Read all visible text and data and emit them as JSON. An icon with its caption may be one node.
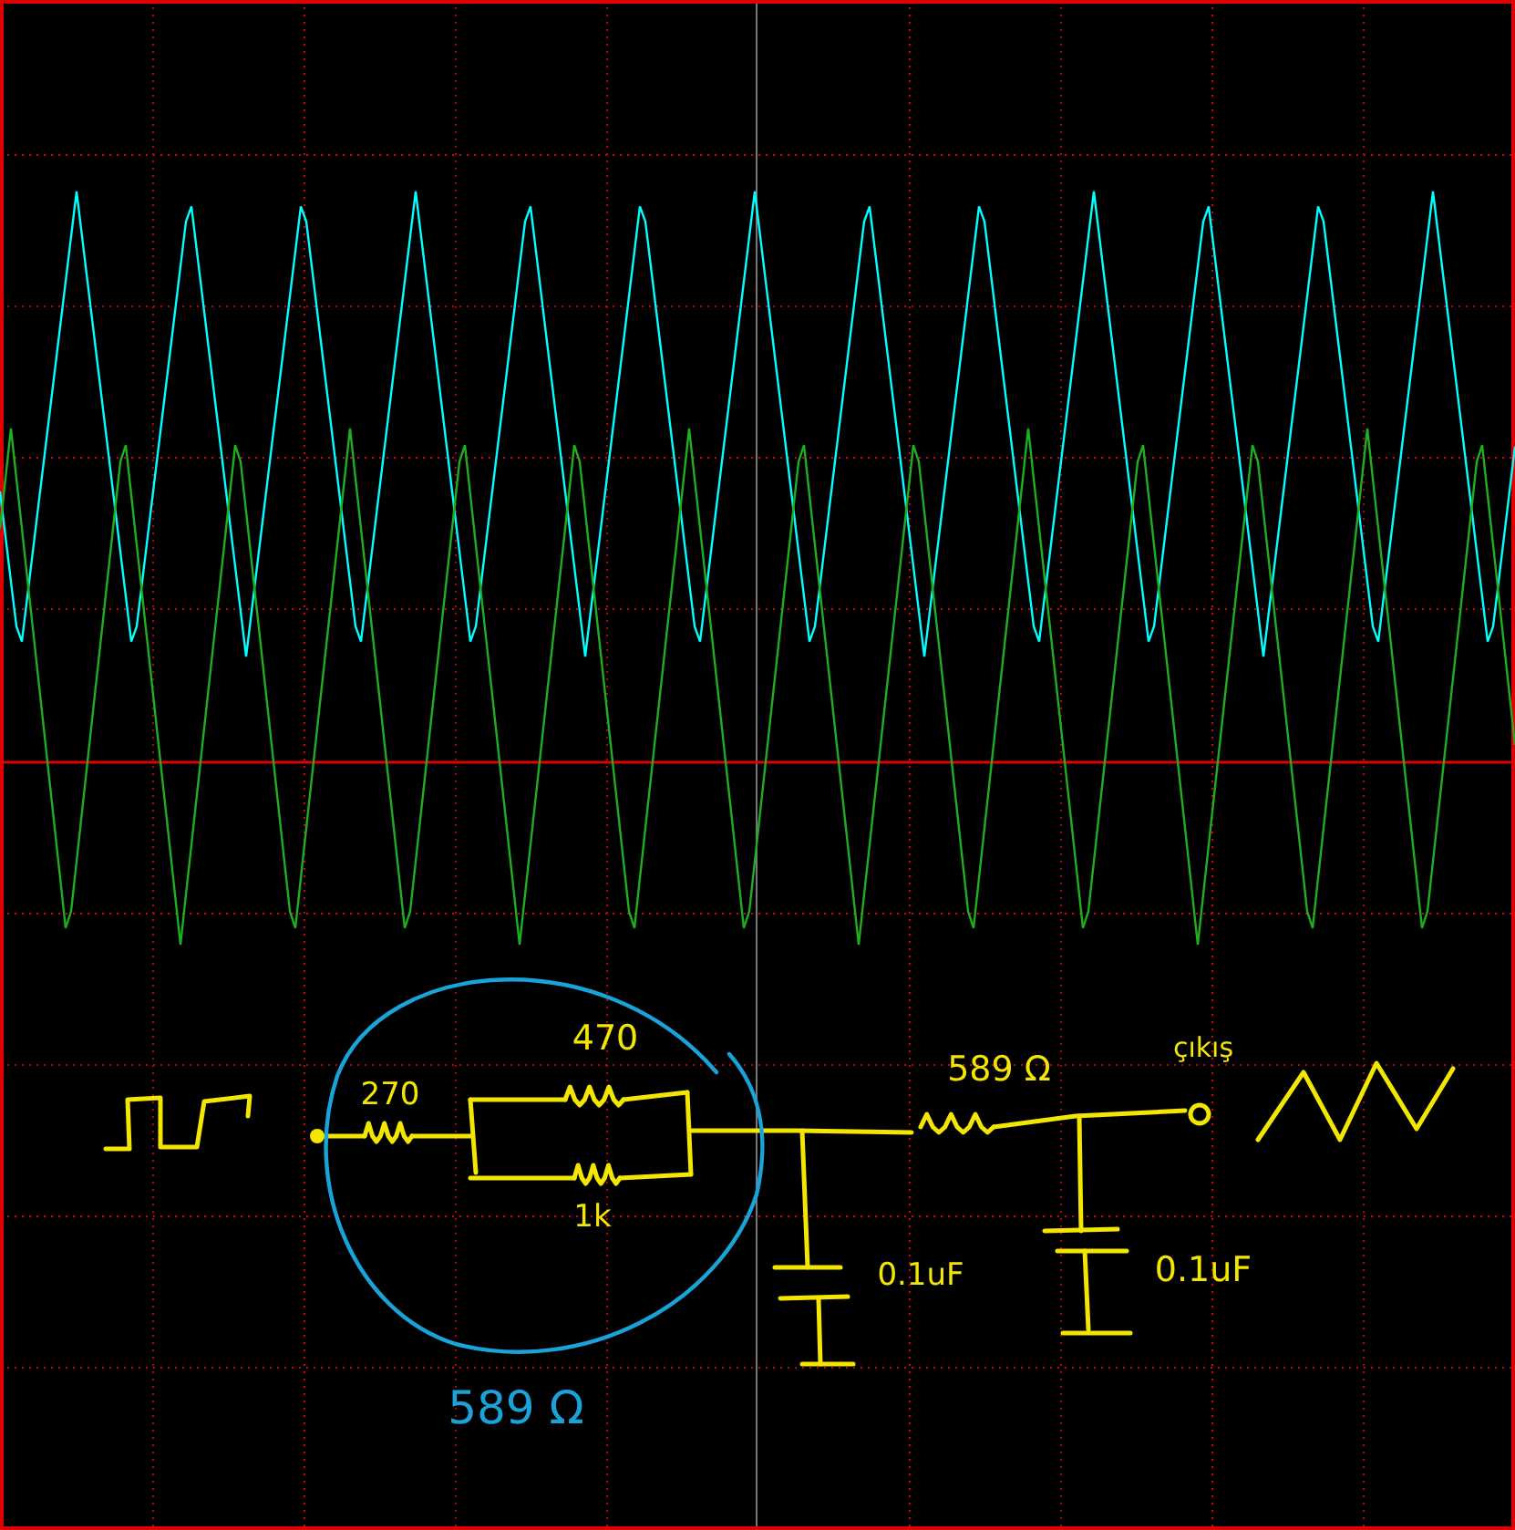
{
  "diagram": {
    "labels": [
      "470",
      "çıkış",
      "589 Ω",
      "270",
      "1k",
      "0.1uF",
      "0.1uF",
      "589 Ω"
    ]
  }
}
